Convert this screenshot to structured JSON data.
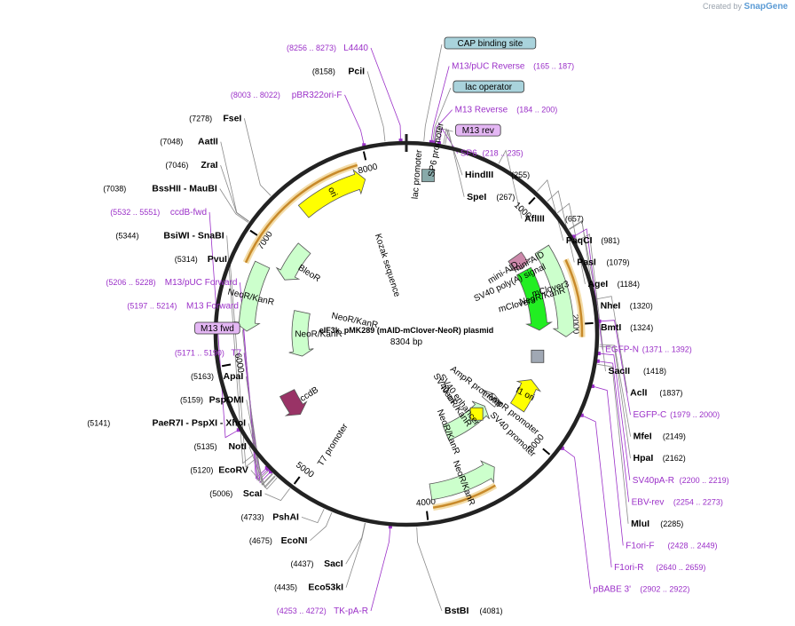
{
  "brand": {
    "prefix": "Created by",
    "name": "SnapGene"
  },
  "plasmid": {
    "name": "eIF3k_pMK289 (mAID-mClover-NeoR) plasmid",
    "size_label": "8304 bp",
    "length": 8304
  },
  "ring_ticks": [
    {
      "bp": 1000,
      "label": "1000"
    },
    {
      "bp": 2000,
      "label": "2000"
    },
    {
      "bp": 3000,
      "label": "3000"
    },
    {
      "bp": 4000,
      "label": "4000"
    },
    {
      "bp": 5000,
      "label": "5000"
    },
    {
      "bp": 6000,
      "label": "6000"
    },
    {
      "bp": 7000,
      "label": "7000"
    },
    {
      "bp": 8000,
      "label": "8000"
    }
  ],
  "features": [
    {
      "name": "ori",
      "start": 7380,
      "end": 7960,
      "color": "#ffff00",
      "dir": 1,
      "track": 1,
      "label_inside": true
    },
    {
      "name": "BleoR",
      "start": 6780,
      "end": 7150,
      "color": "#ccffcc",
      "dir": -1,
      "track": 2,
      "label_inside": false
    },
    {
      "name": "NeoR/KanR",
      "start": 6250,
      "end": 6820,
      "color": "#ccffcc",
      "dir": -1,
      "track": 1,
      "label_inside": true
    },
    {
      "name": "NeoR/KanR",
      "start": 5950,
      "end": 6500,
      "color": "#ccffcc",
      "dir": -1,
      "track": 3,
      "label_inside": false
    },
    {
      "name": "ccdB",
      "start": 5370,
      "end": 5620,
      "color": "#993366",
      "dir": -1,
      "track": 2,
      "label_inside": false
    },
    {
      "name": "mini-AID",
      "start": 1260,
      "end": 1400,
      "color": "#cc88aa",
      "dir": 1,
      "track": 2,
      "label_inside": false
    },
    {
      "name": "mClover3",
      "start": 1430,
      "end": 2040,
      "color": "#22ee22",
      "dir": 1,
      "track": 2,
      "label_inside": false
    },
    {
      "name": "NeoR/KanR",
      "start": 1340,
      "end": 2100,
      "color": "#ccffcc",
      "dir": 1,
      "track": 1,
      "label_inside": false
    },
    {
      "name": "f1 ori",
      "start": 2540,
      "end": 2850,
      "color": "#ffff00",
      "dir": -1,
      "track": 2,
      "label_inside": true
    },
    {
      "name": "AmpR promoter",
      "start": 2870,
      "end": 2990,
      "color": "#ffffff",
      "dir": -1,
      "track": 3,
      "label_inside": false
    },
    {
      "name": "NeoR/KanR",
      "start": 3380,
      "end": 3950,
      "color": "#ccffcc",
      "dir": -1,
      "track": 1,
      "label_inside": true
    },
    {
      "name": "NeoR/KanR",
      "start": 3060,
      "end": 3650,
      "color": "#ccffcc",
      "dir": -1,
      "track": 3,
      "label_inside": false
    }
  ],
  "orfs": [
    {
      "start": 6780,
      "end": 7930,
      "track": 0
    },
    {
      "start": 1500,
      "end": 2100,
      "track": 0
    },
    {
      "start": 3450,
      "end": 3950,
      "track": 0
    }
  ],
  "small_boxes": [
    {
      "name": "lac-operator-box",
      "bp": 180,
      "color": "#88aaaa",
      "track": 1
    },
    {
      "name": "grey-box",
      "bp": 2300,
      "color": "#a0a8b4",
      "track": 2
    },
    {
      "name": "sv40-enh-box",
      "bp": 3200,
      "color": "#ffff00",
      "track": 3
    }
  ],
  "inner_labels": [
    {
      "text": "lac promoter",
      "bp": 110,
      "r": 180
    },
    {
      "text": "SP6 promoter",
      "bp": 230,
      "r": 210
    },
    {
      "text": "mini-AID",
      "bp": 1400,
      "r": 160
    },
    {
      "text": "mClover3",
      "bp": 1700,
      "r": 170
    },
    {
      "text": "SV40 poly(A) signal",
      "bp": 1500,
      "r": 130
    },
    {
      "text": "SV40 ori",
      "bp": 3400,
      "r": 75
    },
    {
      "text": "SV40 enhancer",
      "bp": 3300,
      "r": 95
    },
    {
      "text": "NeoR/KanR",
      "bp": 3650,
      "r": 120
    },
    {
      "text": "AmpR promoter",
      "bp": 2950,
      "r": 150
    },
    {
      "text": "SV40 promoter",
      "bp": 3100,
      "r": 165
    },
    {
      "text": "T7 promoter",
      "bp": 4900,
      "r": 150
    },
    {
      "text": "NeoR/KanR",
      "bp": 6500,
      "r": 60
    },
    {
      "text": "Kozak sequence",
      "bp": 7900,
      "r": 80
    }
  ],
  "right_labels": [
    {
      "name": "CAP binding site",
      "bp": 120,
      "range": "",
      "type": "box",
      "color": "#a9d3dc"
    },
    {
      "name": "M13/pUC Reverse",
      "bp": 170,
      "range": "(165 .. 187)",
      "type": "primer"
    },
    {
      "name": "lac operator",
      "bp": 180,
      "range": "",
      "type": "box",
      "color": "#a9d3dc"
    },
    {
      "name": "M13 Reverse",
      "bp": 190,
      "range": "(184 .. 200)",
      "type": "primer"
    },
    {
      "name": "M13 rev",
      "bp": 195,
      "range": "",
      "type": "box",
      "color": "#e4b7f4"
    },
    {
      "name": "SP6",
      "bp": 225,
      "range": "(218 .. 235)",
      "type": "primer"
    },
    {
      "name": "HindIII",
      "bp": 255,
      "range": "(255)",
      "type": "enzyme"
    },
    {
      "name": "SpeI",
      "bp": 267,
      "range": "(267)",
      "type": "enzyme"
    },
    {
      "name": "AflIII",
      "bp": 657,
      "range": "(657)",
      "type": "enzyme"
    },
    {
      "name": "PaqCI",
      "bp": 981,
      "range": "(981)",
      "type": "enzyme"
    },
    {
      "name": "PasI",
      "bp": 1079,
      "range": "(1079)",
      "type": "enzyme"
    },
    {
      "name": "AgeI",
      "bp": 1184,
      "range": "(1184)",
      "type": "enzyme"
    },
    {
      "name": "NheI",
      "bp": 1320,
      "range": "(1320)",
      "type": "enzyme"
    },
    {
      "name": "BmtI",
      "bp": 1324,
      "range": "(1324)",
      "type": "enzyme"
    },
    {
      "name": "EGFP-N",
      "bp": 1380,
      "range": "(1371 .. 1392)",
      "type": "primer"
    },
    {
      "name": "SacII",
      "bp": 1418,
      "range": "(1418)",
      "type": "enzyme"
    },
    {
      "name": "AclI",
      "bp": 1837,
      "range": "(1837)",
      "type": "enzyme"
    },
    {
      "name": "EGFP-C",
      "bp": 1990,
      "range": "(1979 .. 2000)",
      "type": "primer"
    },
    {
      "name": "MfeI",
      "bp": 2149,
      "range": "(2149)",
      "type": "enzyme"
    },
    {
      "name": "HpaI",
      "bp": 2162,
      "range": "(2162)",
      "type": "enzyme"
    },
    {
      "name": "SV40pA-R",
      "bp": 2210,
      "range": "(2200 .. 2219)",
      "type": "primer"
    },
    {
      "name": "EBV-rev",
      "bp": 2263,
      "range": "(2254 .. 2273)",
      "type": "primer"
    },
    {
      "name": "MluI",
      "bp": 2285,
      "range": "(2285)",
      "type": "enzyme"
    },
    {
      "name": "F1ori-F",
      "bp": 2438,
      "range": "(2428 .. 2449)",
      "type": "primer"
    },
    {
      "name": "F1ori-R",
      "bp": 2650,
      "range": "(2640 .. 2659)",
      "type": "primer"
    },
    {
      "name": "pBABE 3'",
      "bp": 2912,
      "range": "(2902 .. 2922)",
      "type": "primer"
    },
    {
      "name": "BstBI",
      "bp": 4081,
      "range": "(4081)",
      "type": "enzyme"
    }
  ],
  "left_labels": [
    {
      "name": "L4440",
      "bp": 8265,
      "range": "(8256 .. 8273)",
      "type": "primer"
    },
    {
      "name": "PciI",
      "bp": 8158,
      "range": "(8158)",
      "type": "enzyme"
    },
    {
      "name": "pBR322ori-F",
      "bp": 8012,
      "range": "(8003 .. 8022)",
      "type": "primer"
    },
    {
      "name": "FseI",
      "bp": 7278,
      "range": "(7278)",
      "type": "enzyme"
    },
    {
      "name": "AatII",
      "bp": 7048,
      "range": "(7048)",
      "type": "enzyme"
    },
    {
      "name": "ZraI",
      "bp": 7046,
      "range": "(7046)",
      "type": "enzyme"
    },
    {
      "name": "BssHII  - MauBI",
      "bp": 7038,
      "range": "(7038)",
      "type": "enzyme"
    },
    {
      "name": "ccdB-fwd",
      "bp": 5541,
      "range": "(5532 .. 5551)",
      "type": "primer"
    },
    {
      "name": "BsiWI  - SnaBI",
      "bp": 5344,
      "range": "(5344)",
      "type": "enzyme"
    },
    {
      "name": "PvuI",
      "bp": 5314,
      "range": "(5314)",
      "type": "enzyme"
    },
    {
      "name": "M13/pUC Forward",
      "bp": 5217,
      "range": "(5206 .. 5228)",
      "type": "primer"
    },
    {
      "name": "M13 Forward",
      "bp": 5205,
      "range": "(5197 .. 5214)",
      "type": "primer"
    },
    {
      "name": "M13 fwd",
      "bp": 5195,
      "range": "",
      "type": "box",
      "color": "#e4b7f4"
    },
    {
      "name": "T7",
      "bp": 5180,
      "range": "(5171 .. 5190)",
      "type": "primer"
    },
    {
      "name": "ApaI",
      "bp": 5163,
      "range": "(5163)",
      "type": "enzyme"
    },
    {
      "name": "PspOMI",
      "bp": 5159,
      "range": "(5159)",
      "type": "enzyme"
    },
    {
      "name": "PaeR7I  - PspXI  - XhoI",
      "bp": 5141,
      "range": "(5141)",
      "type": "enzyme"
    },
    {
      "name": "NotI",
      "bp": 5135,
      "range": "(5135)",
      "type": "enzyme"
    },
    {
      "name": "EcoRV",
      "bp": 5120,
      "range": "(5120)",
      "type": "enzyme"
    },
    {
      "name": "ScaI",
      "bp": 5006,
      "range": "(5006)",
      "type": "enzyme"
    },
    {
      "name": "PshAI",
      "bp": 4733,
      "range": "(4733)",
      "type": "enzyme"
    },
    {
      "name": "EcoNI",
      "bp": 4675,
      "range": "(4675)",
      "type": "enzyme"
    },
    {
      "name": "SacI",
      "bp": 4437,
      "range": "(4437)",
      "type": "enzyme"
    },
    {
      "name": "Eco53kI",
      "bp": 4435,
      "range": "(4435)",
      "type": "enzyme"
    },
    {
      "name": "TK-pA-R",
      "bp": 4262,
      "range": "(4253 .. 4272)",
      "type": "primer"
    }
  ],
  "colors": {
    "primer": "#9b30c8",
    "enzyme": "#000000",
    "ring": "#222222",
    "orf": "#c88a2a",
    "leader": "#8a8a8a"
  }
}
